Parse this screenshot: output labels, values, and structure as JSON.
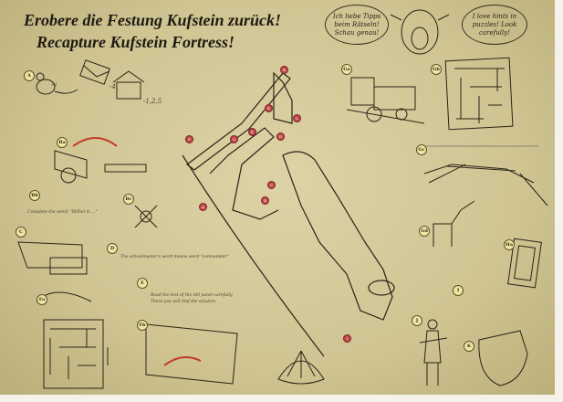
{
  "title": {
    "german": "Erobere die Festung Kufstein zurück!",
    "english": "Recapture Kufstein Fortress!"
  },
  "speech_bubbles": {
    "german": "Ich liebe Tipps beim Rätseln! Schau genau!",
    "english": "I love hints in puzzles! Look carefully!"
  },
  "puzzle_markers": [
    "A",
    "Ba",
    "Bb",
    "Bc",
    "C",
    "D",
    "E",
    "Fa",
    "Fb",
    "Ga",
    "Gb",
    "Gc",
    "Gd",
    "Ha",
    "I",
    "J",
    "K"
  ],
  "fortress_markers": [
    "H",
    "K",
    "L",
    "F",
    "G",
    "E",
    "D",
    "C",
    "B",
    "A",
    "I"
  ],
  "clues": {
    "house_numbers": "-1,2,5",
    "envelope_number": "-4",
    "mouse_number": "+1",
    "word_complete": "Complete the word: \"Wilhel m ...\"",
    "commander": "The schoolmaster's word means word \"commander\"",
    "panel": "Read the text of the tell panel carefully. There you will find the solution"
  },
  "colors": {
    "parchment": "#d6cc9f",
    "ink": "#2a2417",
    "marker_red": "#c24a4a",
    "marker_yellow": "#efe7a0"
  }
}
